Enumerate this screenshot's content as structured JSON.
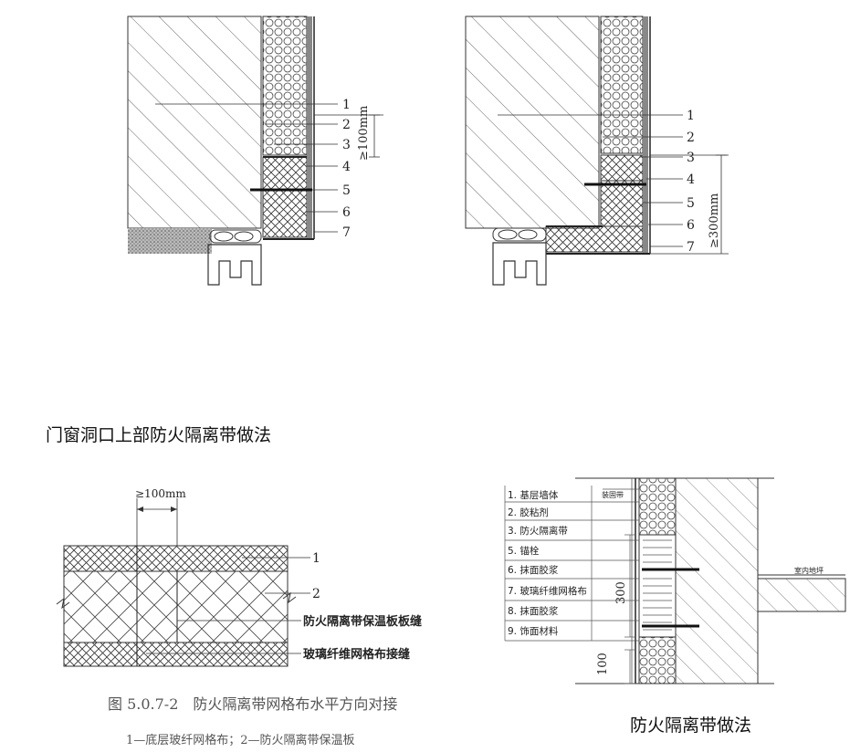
{
  "fig1": {
    "labels": [
      "1",
      "2",
      "3",
      "4",
      "5",
      "6",
      "7"
    ],
    "dim": "≥100mm"
  },
  "fig2": {
    "labels": [
      "1",
      "2",
      "3",
      "4",
      "5",
      "6",
      "7"
    ],
    "dim": "≥300mm"
  },
  "caption_top": "门窗洞口上部防火隔离带做法",
  "fig3": {
    "dim": "≥100mm",
    "label1": "1",
    "label2": "2",
    "note_board_joint": "防火隔离带保温板板缝",
    "note_mesh_joint": "玻璃纤维网格布接缝",
    "title": "图 5.0.7-2　防火隔离带网格布水平方向对接",
    "subtitle": "1—底层玻纤网格布；2—防火隔离带保温板"
  },
  "fig4": {
    "legend": [
      "1. 基层墙体",
      "2. 胶粘剂",
      "3. 防火隔离带",
      "5. 锚栓",
      "6. 抹面胶浆",
      "7. 玻璃纤维网格布",
      "8. 抹面胶浆",
      "9. 饰面材料"
    ],
    "tag_top": "装固带",
    "tag_floor": "室内地坪",
    "dim_300": "300",
    "dim_100": "100",
    "caption": "防火隔离带做法"
  }
}
